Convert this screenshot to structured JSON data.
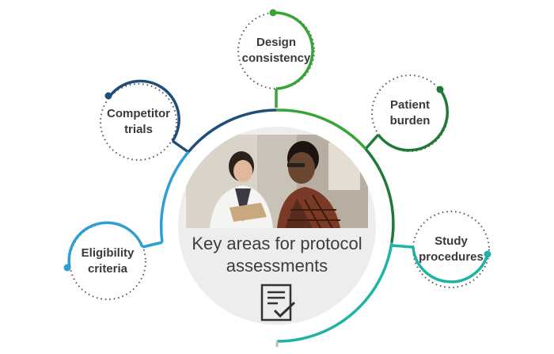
{
  "center": {
    "title_line1": "Key areas for protocol",
    "title_line2": "assessments",
    "icon": "document-check-icon"
  },
  "nodes": [
    {
      "id": "design-consistency",
      "line1": "Design",
      "line2": "consistency",
      "color": "#3aa335"
    },
    {
      "id": "patient-burden",
      "line1": "Patient",
      "line2": "burden",
      "color": "#1f7a3a"
    },
    {
      "id": "study-procedures",
      "line1": "Study",
      "line2": "procedures",
      "color": "#1fb3a6"
    },
    {
      "id": "eligibility-criteria",
      "line1": "Eligibility",
      "line2": "criteria",
      "color": "#2e9fd3"
    },
    {
      "id": "competitor-trials",
      "line1": "Competitor",
      "line2": "trials",
      "color": "#1e4f7a"
    }
  ]
}
